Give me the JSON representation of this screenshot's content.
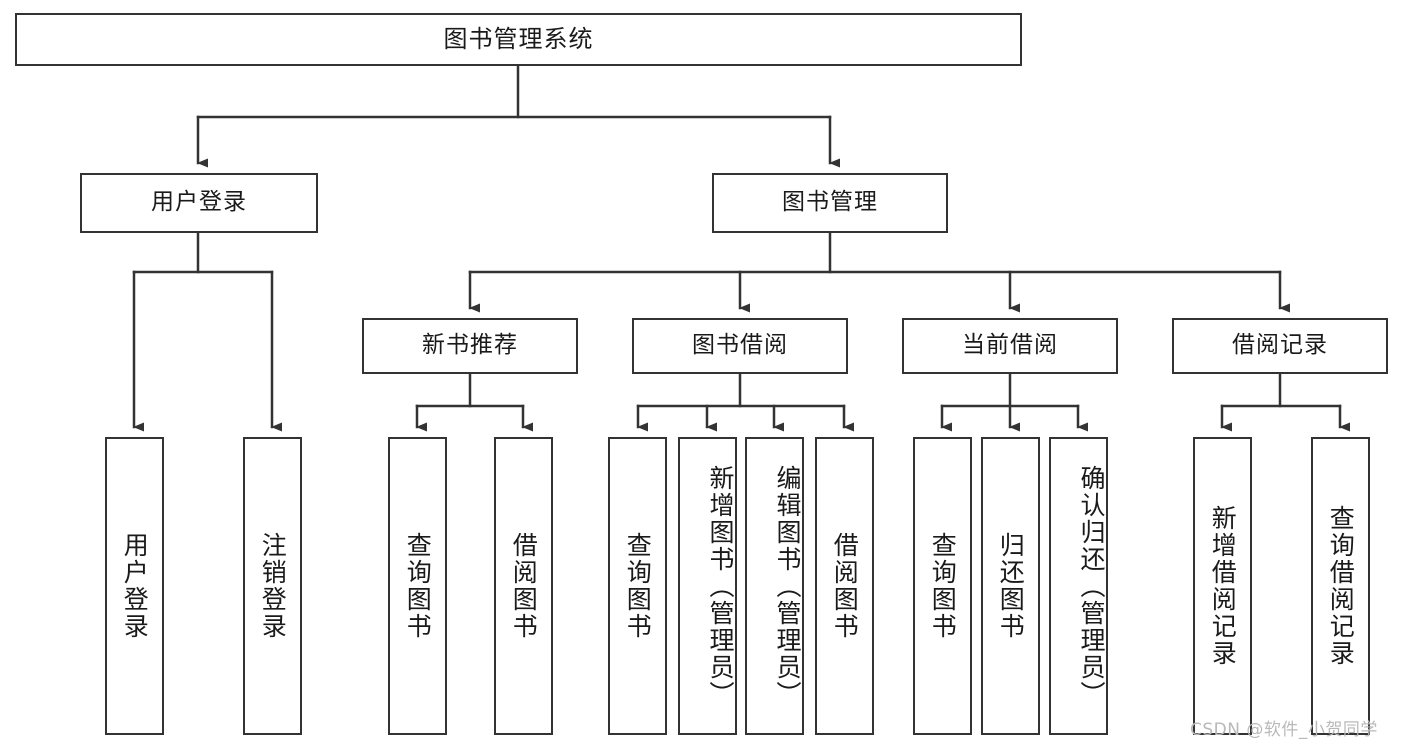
{
  "diagram": {
    "title": "图书管理系统",
    "type": "tree-hierarchy-chart",
    "watermark": "CSDN @软件_小贺同学",
    "colors": {
      "border": "#333333",
      "background": "#ffffff",
      "text": "#1a1a1a",
      "watermark": "#b9b9b9"
    },
    "nodes": {
      "root": {
        "label": "图书管理系统"
      },
      "level2": [
        {
          "id": "user-login",
          "label": "用户登录"
        },
        {
          "id": "book-manage",
          "label": "图书管理"
        }
      ],
      "level3": [
        {
          "id": "new-book-recommend",
          "label": "新书推荐"
        },
        {
          "id": "book-borrow",
          "label": "图书借阅"
        },
        {
          "id": "current-borrow",
          "label": "当前借阅"
        },
        {
          "id": "borrow-record",
          "label": "借阅记录"
        }
      ],
      "leaves": {
        "user_login": [
          {
            "id": "leaf-user-login",
            "label": "用户登录"
          },
          {
            "id": "leaf-logout-login",
            "label": "注销登录"
          }
        ],
        "new_book_recommend": [
          {
            "id": "leaf-query-book-1",
            "label": "查询图书"
          },
          {
            "id": "leaf-borrow-book-1",
            "label": "借阅图书"
          }
        ],
        "book_borrow": [
          {
            "id": "leaf-query-book-2",
            "label": "查询图书"
          },
          {
            "id": "leaf-add-book",
            "label": "新增图书（管理员）"
          },
          {
            "id": "leaf-edit-book",
            "label": "编辑图书（管理员）"
          },
          {
            "id": "leaf-borrow-book-2",
            "label": "借阅图书"
          }
        ],
        "current_borrow": [
          {
            "id": "leaf-query-book-3",
            "label": "查询图书"
          },
          {
            "id": "leaf-return-book",
            "label": "归还图书"
          },
          {
            "id": "leaf-confirm-return",
            "label": "确认归还（管理员）"
          }
        ],
        "borrow_record": [
          {
            "id": "leaf-add-record",
            "label": "新增借阅记录"
          },
          {
            "id": "leaf-query-record",
            "label": "查询借阅记录"
          }
        ]
      }
    }
  }
}
